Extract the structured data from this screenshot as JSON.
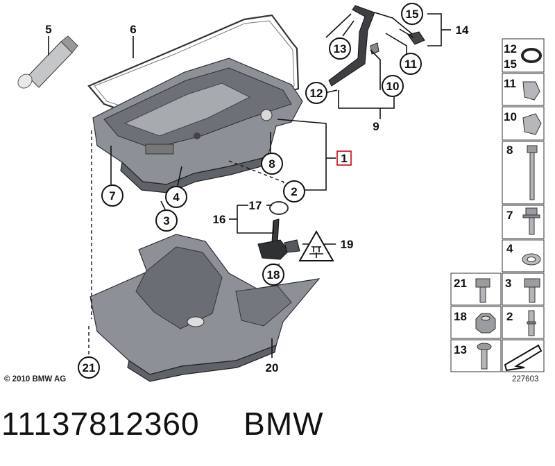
{
  "diagram": {
    "callouts": [
      "1",
      "2",
      "3",
      "4",
      "5",
      "6",
      "7",
      "8",
      "9",
      "10",
      "11",
      "12",
      "13",
      "14",
      "15",
      "16",
      "17",
      "18",
      "19",
      "20",
      "21"
    ],
    "highlighted_callout": "1",
    "legend_cells": [
      {
        "labels": [
          "12",
          "15"
        ],
        "icon": "o-ring-icon"
      },
      {
        "labels": [
          "11"
        ],
        "icon": "clip-icon"
      },
      {
        "labels": [
          "10"
        ],
        "icon": "clip-icon"
      },
      {
        "labels": [
          "8"
        ],
        "icon": "long-bolt-icon"
      },
      {
        "labels": [
          "7"
        ],
        "icon": "flange-bolt-icon"
      },
      {
        "labels": [
          "4"
        ],
        "icon": "washer-icon"
      },
      {
        "labels": [
          "21"
        ],
        "icon": "hex-bolt-icon"
      },
      {
        "labels": [
          "3"
        ],
        "icon": "hex-bolt-icon"
      },
      {
        "labels": [
          "18"
        ],
        "icon": "hex-nut-icon"
      },
      {
        "labels": [
          "2"
        ],
        "icon": "stud-icon"
      },
      {
        "labels": [
          "13"
        ],
        "icon": "torx-screw-icon"
      },
      {
        "labels": [
          ""
        ],
        "icon": "arrow-icon"
      }
    ],
    "copyright": "© 2010 BMW AG",
    "drawing_number": "227603",
    "accent_color": "#d40000"
  },
  "caption": {
    "part_number": "11137812360",
    "brand": "BMW"
  }
}
